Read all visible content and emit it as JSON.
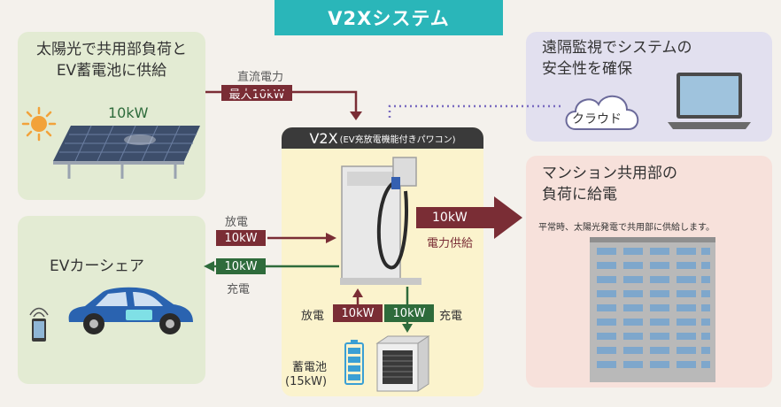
{
  "title": "V2Xシステム",
  "solar": {
    "text_line1": "太陽光で共用部負荷と",
    "text_line2": "EV蓄電池に供給",
    "capacity": "10kW"
  },
  "dc_power": {
    "label": "直流電力",
    "value": "最大10kW"
  },
  "remote": {
    "text_line1": "遠隔監視でシステムの",
    "text_line2": "安全性を確保",
    "cloud_label": "クラウド"
  },
  "v2x": {
    "name": "V2X",
    "description": "(EV充放電機能付きパワコン)"
  },
  "ev": {
    "label": "EVカーシェア",
    "discharge_label": "放電",
    "discharge_value": "10kW",
    "charge_value": "10kW",
    "charge_label": "充電"
  },
  "supply": {
    "value": "10kW",
    "label": "電力供給"
  },
  "mansion": {
    "text_line1": "マンション共用部の",
    "text_line2": "負荷に給電",
    "note": "平常時、太陽光発電で共用部に供給します。"
  },
  "battery": {
    "discharge_label": "放電",
    "discharge_value": "10kW",
    "charge_value": "10kW",
    "charge_label": "充電",
    "name": "蓄電池",
    "capacity": "(15kW)"
  },
  "colors": {
    "title_bg": "#2ab6b9",
    "discharge": "#7a2d35",
    "charge": "#2e6b3b"
  }
}
